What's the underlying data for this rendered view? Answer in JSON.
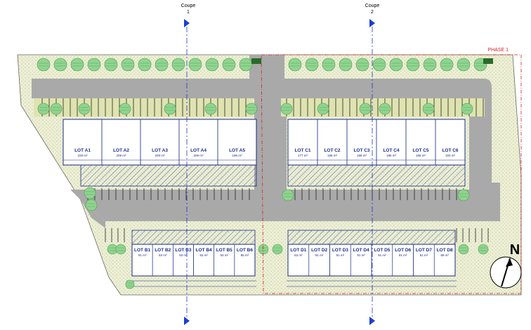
{
  "coupes": [
    {
      "label": "Coupe",
      "number": "1"
    },
    {
      "label": "Coupe",
      "number": "2"
    }
  ],
  "phase_label": "PHASE 1",
  "north_label": "N",
  "lots_row_a": [
    {
      "name": "LOT A1",
      "area": "229 m²"
    },
    {
      "name": "LOT A2",
      "area": "209 m²"
    },
    {
      "name": "LOT A3",
      "area": "209 m²"
    },
    {
      "name": "LOT A4",
      "area": "209 m²"
    },
    {
      "name": "LOT A5",
      "area": "196 m²"
    }
  ],
  "lots_row_c": [
    {
      "name": "LOT C1",
      "area": "177 m²"
    },
    {
      "name": "LOT C2",
      "area": "186 m²"
    },
    {
      "name": "LOT C3",
      "area": "186 m²"
    },
    {
      "name": "LOT C4",
      "area": "186 m²"
    },
    {
      "name": "LOT C5",
      "area": "186 m²"
    },
    {
      "name": "LOT C6",
      "area": "183 m²"
    }
  ],
  "lots_row_b": [
    {
      "name": "LOT B1",
      "area": "91 m²"
    },
    {
      "name": "LOT B2",
      "area": "93 m²"
    },
    {
      "name": "LOT B3",
      "area": "93 m²"
    },
    {
      "name": "LOT B4",
      "area": "93 m²"
    },
    {
      "name": "LOT B5",
      "area": "93 m²"
    },
    {
      "name": "LOT B6",
      "area": "85 m²"
    }
  ],
  "lots_row_d": [
    {
      "name": "LOT D1",
      "area": "83 m²"
    },
    {
      "name": "LOT D2",
      "area": "91 m²"
    },
    {
      "name": "LOT D3",
      "area": "91 m²"
    },
    {
      "name": "LOT D4",
      "area": "91 m²"
    },
    {
      "name": "LOT D5",
      "area": "91 m²"
    },
    {
      "name": "LOT D6",
      "area": "91 m²"
    },
    {
      "name": "LOT D7",
      "area": "91 m²"
    },
    {
      "name": "LOT D8",
      "area": "89 m²"
    }
  ],
  "colors": {
    "road": "#a9a9a9",
    "grass": "#ecefd4",
    "green_strip": "#dfe3b0",
    "tree": "#8fd48f",
    "building_outline": "#1a2a8a",
    "section_line": "#2233cc",
    "phase_line": "#d62020"
  }
}
